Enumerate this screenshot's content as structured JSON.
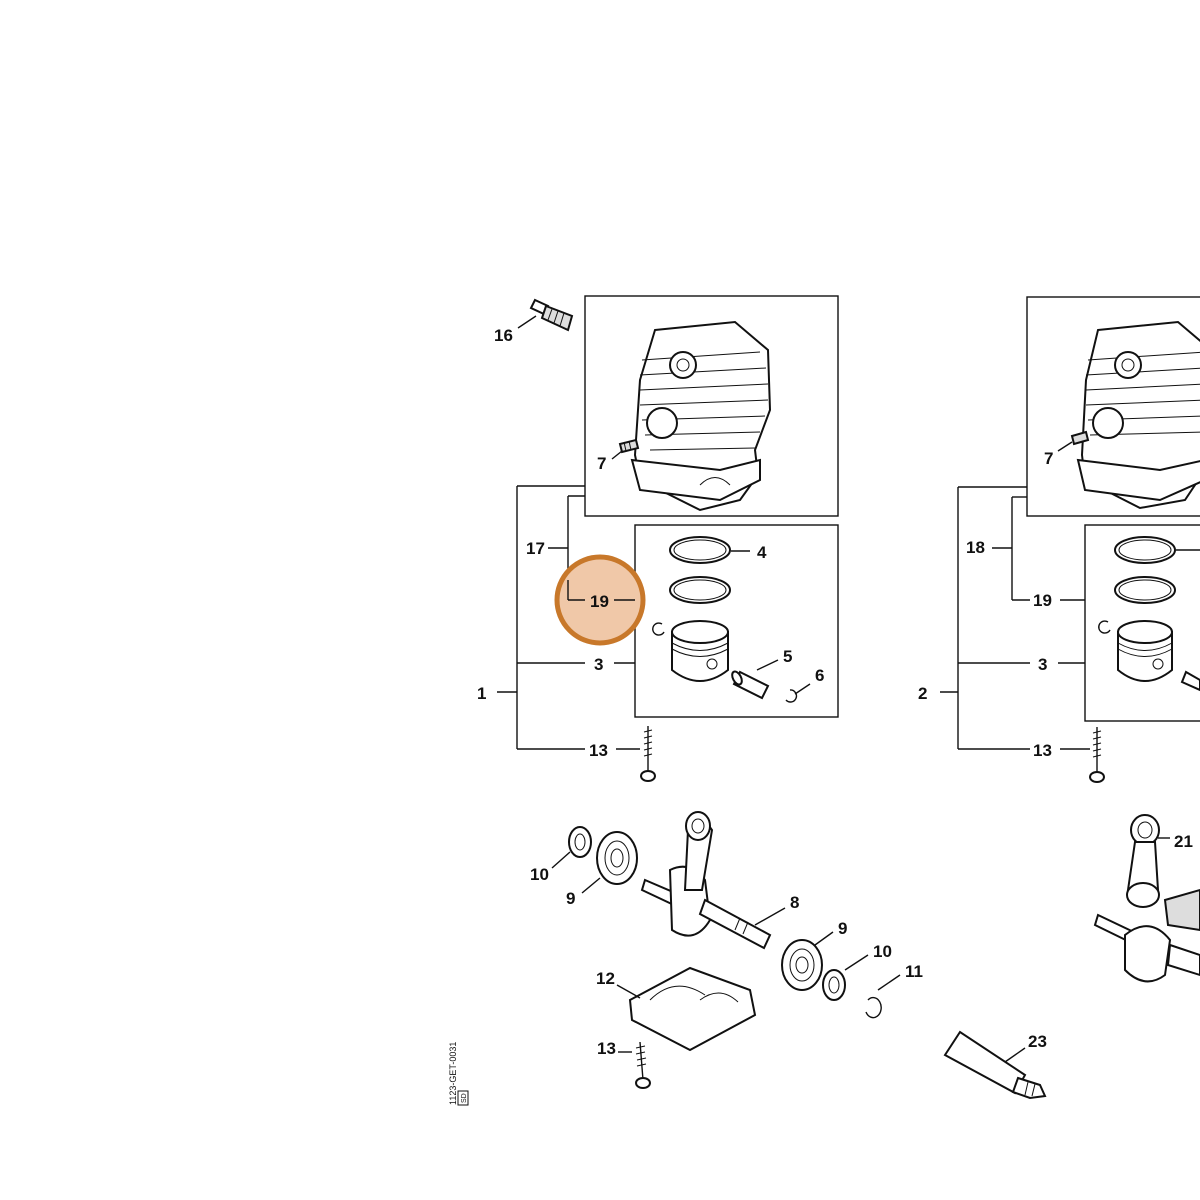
{
  "diagram": {
    "labels": {
      "l16": "16",
      "l7a": "7",
      "l17": "17",
      "l19a": "19",
      "l4a": "4",
      "l3a": "3",
      "l5": "5",
      "l6": "6",
      "l1": "1",
      "l13a": "13",
      "l7b": "7",
      "l18": "18",
      "l19b": "19",
      "l3b": "3",
      "l2": "2",
      "l13b": "13",
      "l10a": "10",
      "l9a": "9",
      "l8": "8",
      "l9b": "9",
      "l10b": "10",
      "l11": "11",
      "l12": "12",
      "l13c": "13",
      "l21": "21",
      "l23": "23"
    },
    "drawing_code": "1123-GET-0031",
    "drawing_code_box": "SD",
    "highlight": {
      "part": "19",
      "color": "#c8782a",
      "fill": "#f0c8a8"
    }
  }
}
